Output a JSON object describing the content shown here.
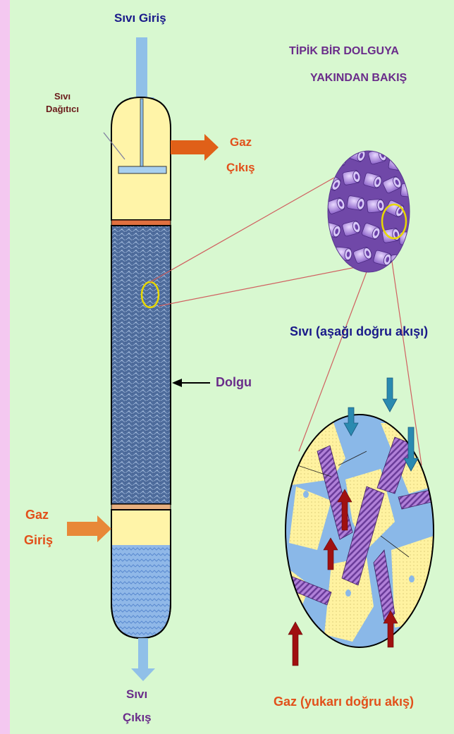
{
  "labels": {
    "liquid_inlet": "Sıvı Giriş",
    "liquid_distributor_line1": "Sıvı",
    "liquid_distributor_line2": "Dağıtıcı",
    "gas_outlet_line1": "Gaz",
    "gas_outlet_line2": "Çıkış",
    "closeup_title_line1": "TİPİK BİR DOLGUYA",
    "closeup_title_line2": "YAKINDAN BAKIŞ",
    "liquid_flow_prefix": "Sıvı",
    "liquid_flow_suffix": "(aşağı doğru akışı)",
    "packing": "Dolgu",
    "gas_inlet_line1": "Gaz",
    "gas_inlet_line2": "Giriş",
    "liquid_outlet_line1": "Sıvı",
    "liquid_outlet_line2": "Çıkış",
    "gas_flow": "Gaz (yukarı doğru akış)"
  },
  "colors": {
    "background_border": "#f4c8f0",
    "panel": "#d8f8d0",
    "vessel_fill": "#fff4a8",
    "packing_fill": "#4a6898",
    "liquid_pool": "#90b8e8",
    "arrow_orange": "#e06018",
    "arrow_blue": "#90c0e8",
    "packing_element": "#b090e0",
    "highlight_circle": "#e8d800",
    "up_arrow": "#a01010",
    "down_arrow": "#2a8ab0"
  }
}
